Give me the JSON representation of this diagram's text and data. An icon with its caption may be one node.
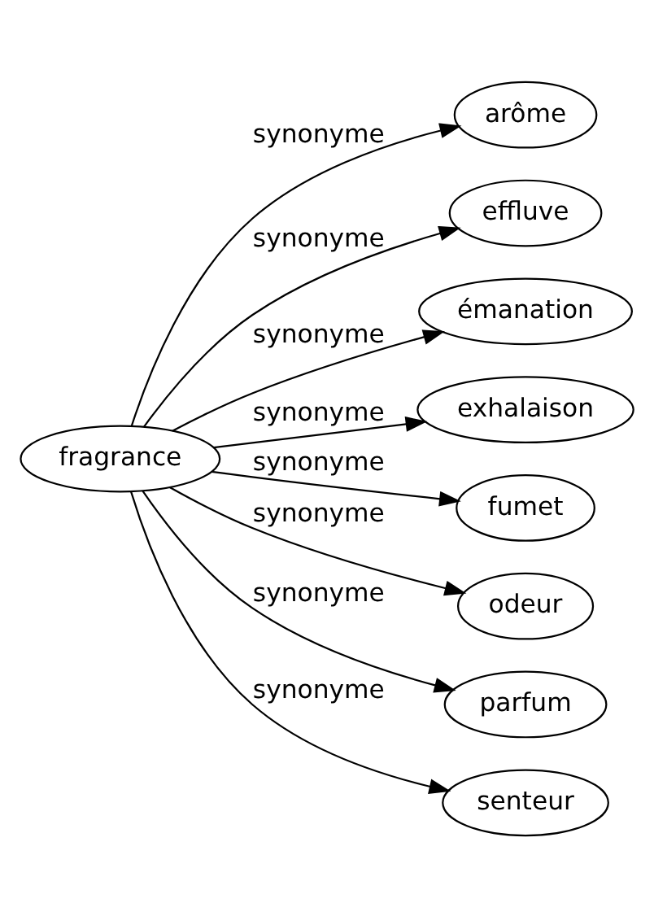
{
  "diagram": {
    "nodes": [
      {
        "text": [
          "fragrance"
        ]
      },
      {
        "text": [
          "arôme"
        ]
      },
      {
        "text": [
          "effluve"
        ]
      },
      {
        "text": [
          "émanation"
        ]
      },
      {
        "text": [
          "exhalaison"
        ]
      },
      {
        "text": [
          "fumet"
        ]
      },
      {
        "text": [
          "odeur"
        ]
      },
      {
        "text": [
          "parfum"
        ]
      },
      {
        "text": [
          "senteur"
        ]
      }
    ],
    "edges": [
      {
        "from": 0,
        "to": 1,
        "arrow": "to",
        "label": "synonyme"
      },
      {
        "from": 0,
        "to": 2,
        "arrow": "to",
        "label": "synonyme"
      },
      {
        "from": 0,
        "to": 3,
        "arrow": "to",
        "label": "synonyme"
      },
      {
        "from": 0,
        "to": 4,
        "arrow": "to",
        "label": "synonyme"
      },
      {
        "from": 0,
        "to": 5,
        "arrow": "to",
        "label": "synonyme"
      },
      {
        "from": 0,
        "to": 6,
        "arrow": "to",
        "label": "synonyme"
      },
      {
        "from": 0,
        "to": 7,
        "arrow": "to",
        "label": "synonyme"
      },
      {
        "from": 0,
        "to": 8,
        "arrow": "to",
        "label": "synonyme"
      }
    ]
  }
}
